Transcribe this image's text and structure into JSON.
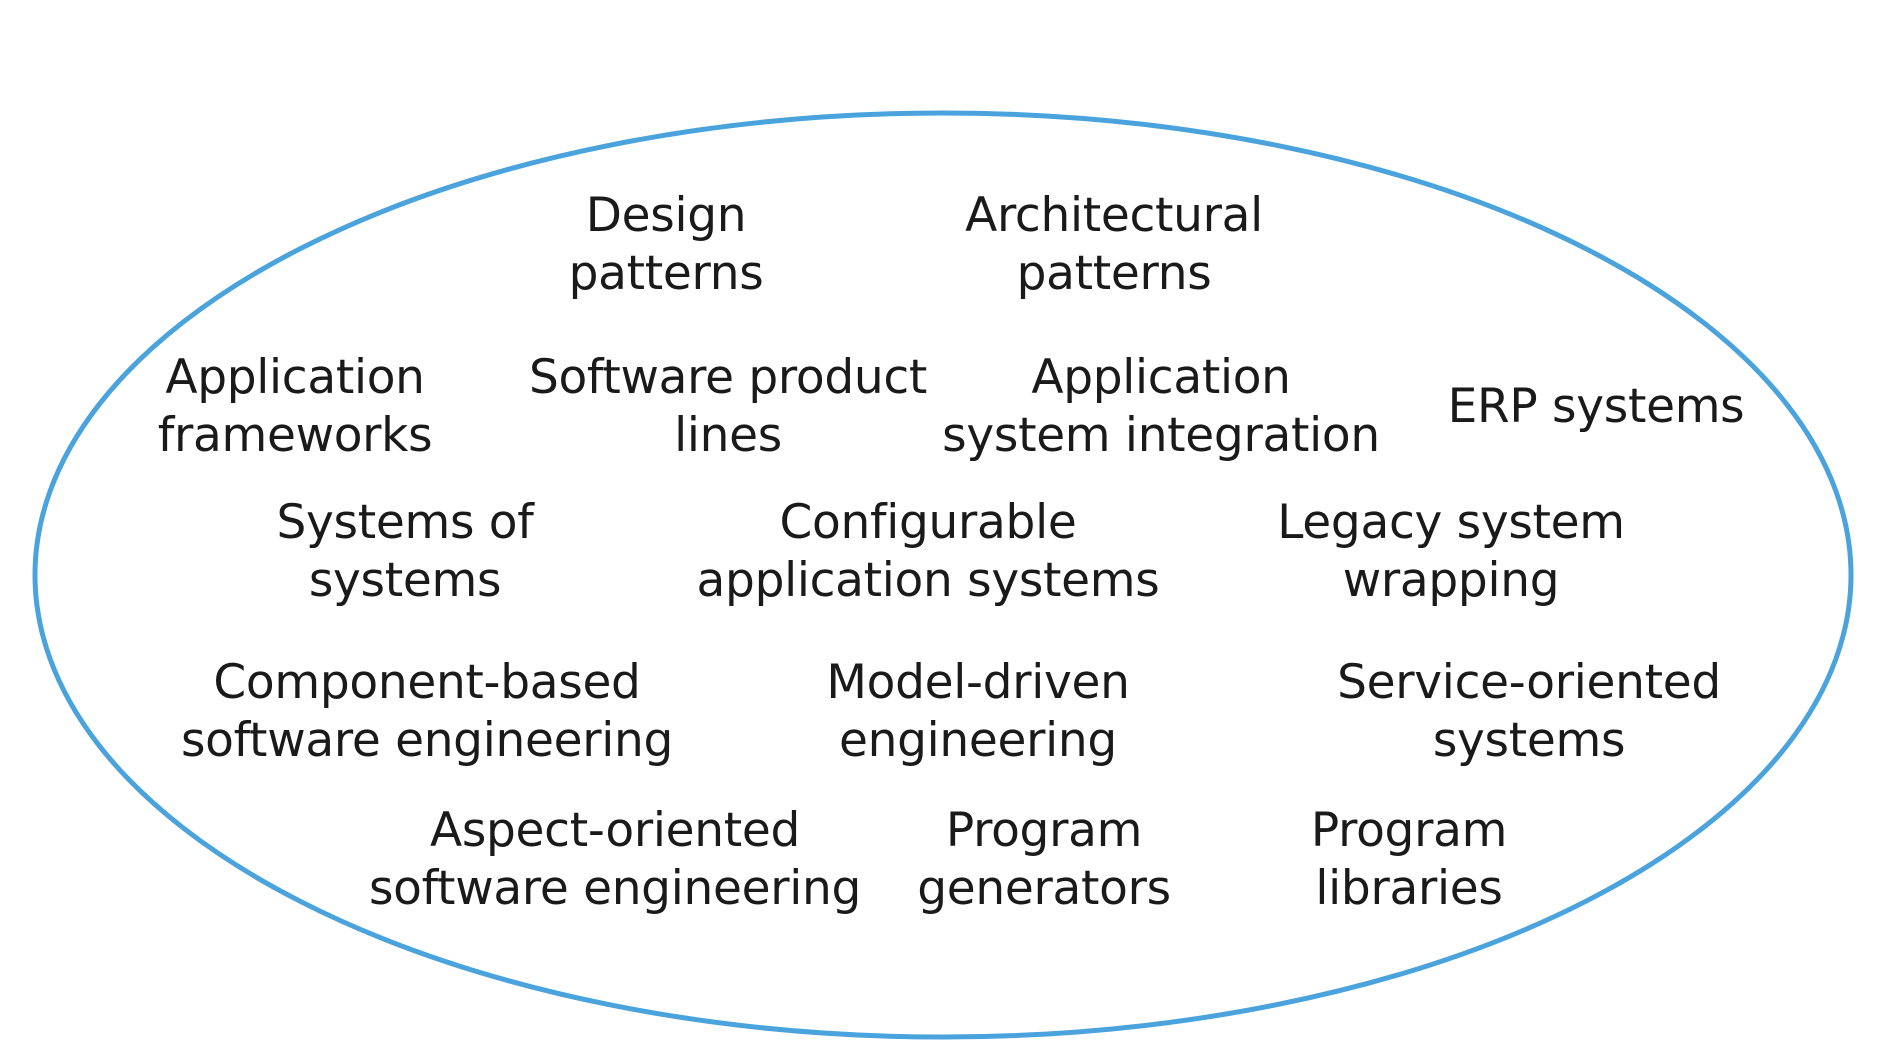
{
  "diagram": {
    "stroke_color": "#4aa3dc",
    "labels": [
      {
        "id": "design-patterns",
        "lines": [
          "Design",
          "patterns"
        ]
      },
      {
        "id": "architectural-patterns",
        "lines": [
          "Architectural",
          "patterns"
        ]
      },
      {
        "id": "application-frameworks",
        "lines": [
          "Application",
          "frameworks"
        ]
      },
      {
        "id": "software-product-lines",
        "lines": [
          "Software product",
          "lines"
        ]
      },
      {
        "id": "application-system-integration",
        "lines": [
          "Application",
          "system integration"
        ]
      },
      {
        "id": "erp-systems",
        "lines": [
          "ERP systems"
        ]
      },
      {
        "id": "systems-of-systems",
        "lines": [
          "Systems of",
          "systems"
        ]
      },
      {
        "id": "configurable-application-systems",
        "lines": [
          "Configurable",
          "application systems"
        ]
      },
      {
        "id": "legacy-system-wrapping",
        "lines": [
          "Legacy system",
          "wrapping"
        ]
      },
      {
        "id": "component-based-software-engineering",
        "lines": [
          "Component-based",
          "software engineering"
        ]
      },
      {
        "id": "model-driven-engineering",
        "lines": [
          "Model-driven",
          "engineering"
        ]
      },
      {
        "id": "service-oriented-systems",
        "lines": [
          "Service-oriented",
          "systems"
        ]
      },
      {
        "id": "aspect-oriented-software-engineering",
        "lines": [
          "Aspect-oriented",
          "software engineering"
        ]
      },
      {
        "id": "program-generators",
        "lines": [
          "Program",
          "generators"
        ]
      },
      {
        "id": "program-libraries",
        "lines": [
          "Program",
          "libraries"
        ]
      }
    ]
  }
}
